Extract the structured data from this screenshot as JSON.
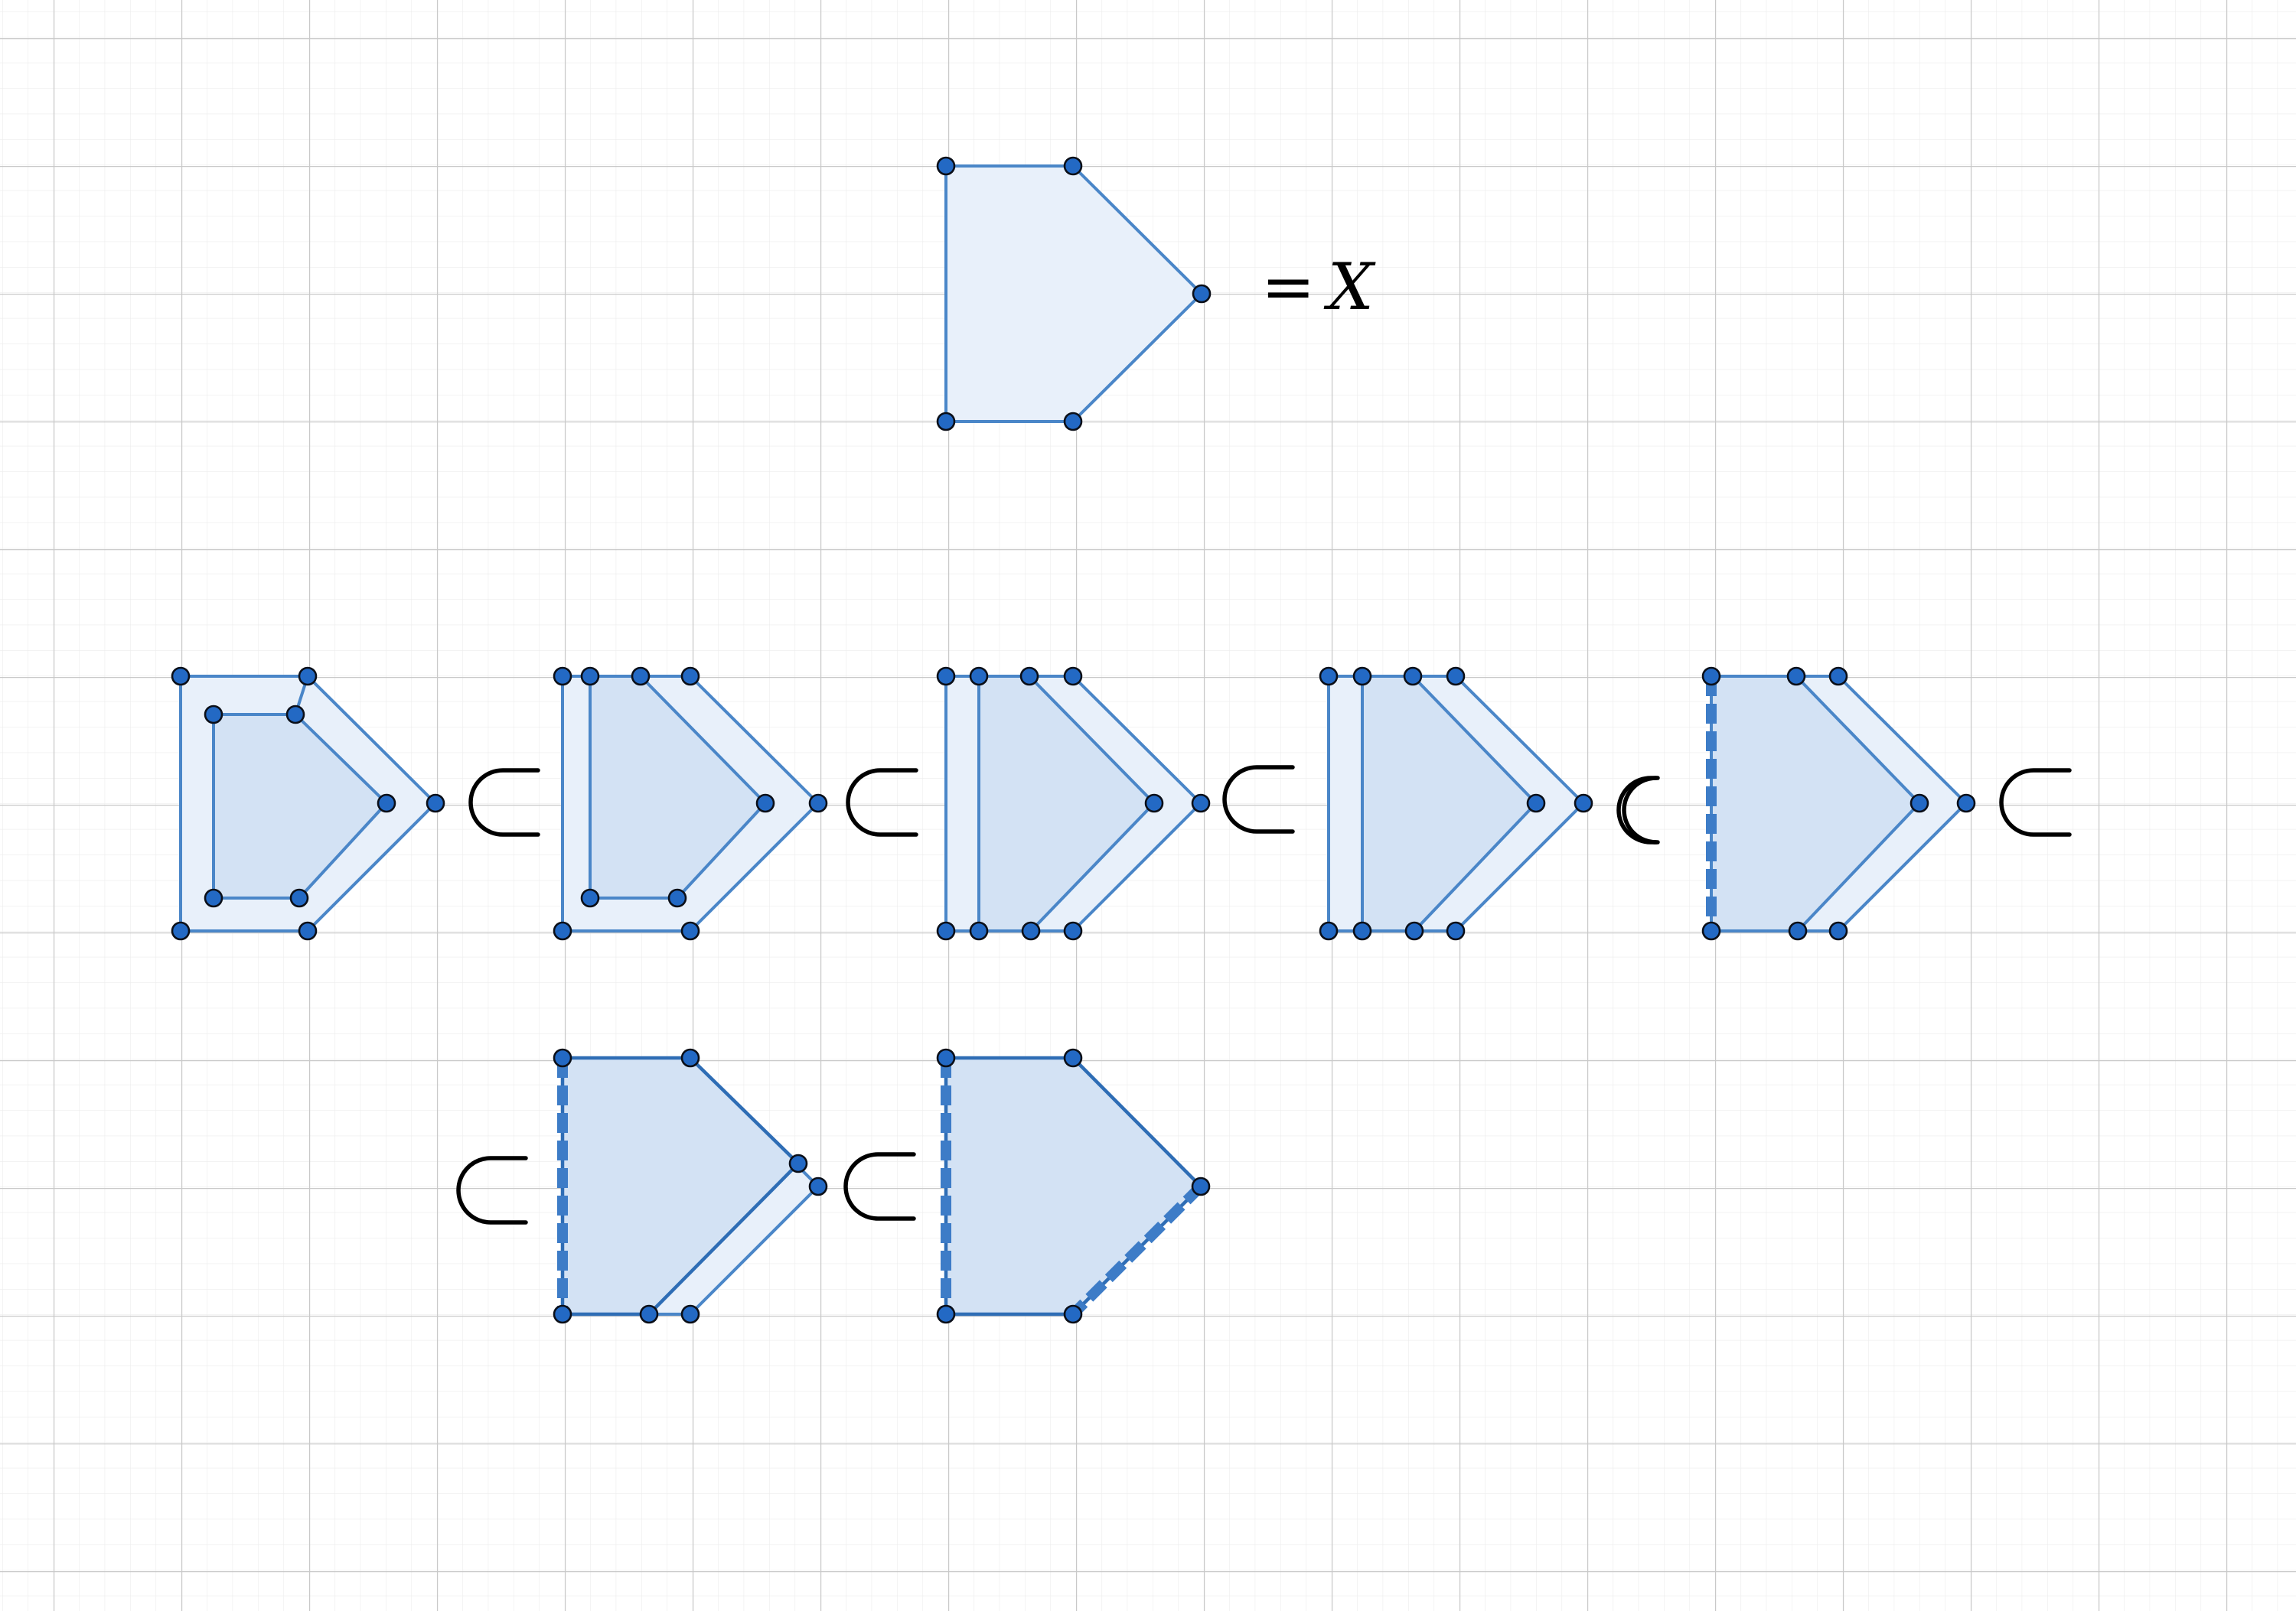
{
  "equation": {
    "equals_symbol": "=",
    "variable": "X"
  },
  "colors": {
    "fill_light": "#e8f0fa",
    "fill_inner": "#d3e2f4",
    "edge": "#4a86c8",
    "vertex": "#2369c4",
    "grid_major": "#c9c9c9",
    "grid_minor": "#ececec"
  },
  "relation_symbol": "subset-symbol",
  "sequence_count": 7
}
